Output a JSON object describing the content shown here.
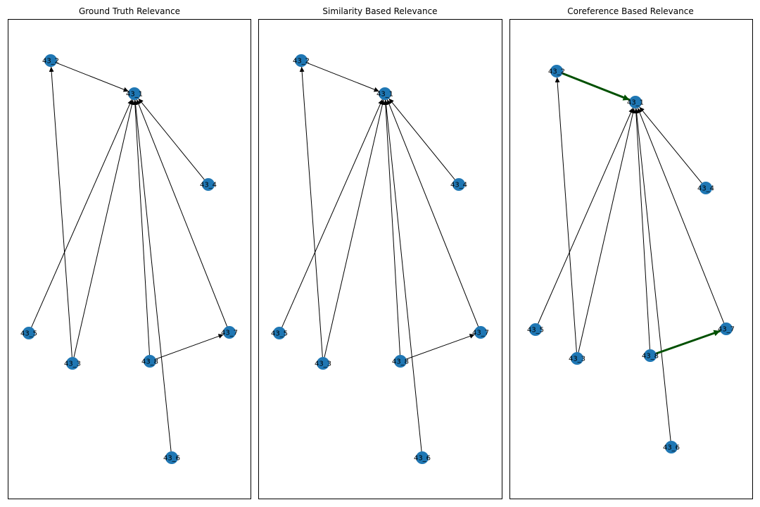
{
  "panels": [
    {
      "title": "Ground Truth Relevance",
      "nodes": [
        "43_1",
        "43_2",
        "43_3",
        "43_4",
        "43_5",
        "43_6",
        "43_7",
        "43_8"
      ],
      "edges": [
        {
          "from": "43_2",
          "to": "43_1",
          "highlight": false
        },
        {
          "from": "43_3",
          "to": "43_2",
          "highlight": false
        },
        {
          "from": "43_3",
          "to": "43_1",
          "highlight": false
        },
        {
          "from": "43_4",
          "to": "43_1",
          "highlight": false
        },
        {
          "from": "43_5",
          "to": "43_1",
          "highlight": false
        },
        {
          "from": "43_6",
          "to": "43_1",
          "highlight": false
        },
        {
          "from": "43_7",
          "to": "43_1",
          "highlight": false
        },
        {
          "from": "43_8",
          "to": "43_1",
          "highlight": false
        },
        {
          "from": "43_8",
          "to": "43_7",
          "highlight": false
        }
      ]
    },
    {
      "title": "Similarity Based Relevance",
      "nodes": [
        "43_1",
        "43_2",
        "43_3",
        "43_4",
        "43_5",
        "43_6",
        "43_7",
        "43_8"
      ],
      "edges": [
        {
          "from": "43_2",
          "to": "43_1",
          "highlight": false
        },
        {
          "from": "43_3",
          "to": "43_2",
          "highlight": false
        },
        {
          "from": "43_3",
          "to": "43_1",
          "highlight": false
        },
        {
          "from": "43_4",
          "to": "43_1",
          "highlight": false
        },
        {
          "from": "43_5",
          "to": "43_1",
          "highlight": false
        },
        {
          "from": "43_6",
          "to": "43_1",
          "highlight": false
        },
        {
          "from": "43_7",
          "to": "43_1",
          "highlight": false
        },
        {
          "from": "43_8",
          "to": "43_1",
          "highlight": false
        },
        {
          "from": "43_8",
          "to": "43_7",
          "highlight": false
        }
      ]
    },
    {
      "title": "Coreference Based Relevance",
      "nodes": [
        "43_1",
        "43_2",
        "43_3",
        "43_4",
        "43_5",
        "43_6",
        "43_7",
        "43_8"
      ],
      "edges": [
        {
          "from": "43_2",
          "to": "43_1",
          "highlight": true
        },
        {
          "from": "43_3",
          "to": "43_2",
          "highlight": false
        },
        {
          "from": "43_3",
          "to": "43_1",
          "highlight": false
        },
        {
          "from": "43_4",
          "to": "43_1",
          "highlight": false
        },
        {
          "from": "43_5",
          "to": "43_1",
          "highlight": false
        },
        {
          "from": "43_6",
          "to": "43_1",
          "highlight": false
        },
        {
          "from": "43_7",
          "to": "43_1",
          "highlight": false
        },
        {
          "from": "43_8",
          "to": "43_1",
          "highlight": false
        },
        {
          "from": "43_8",
          "to": "43_7",
          "highlight": true
        }
      ]
    }
  ],
  "colors": {
    "node_fill": "#1f77b4",
    "edge": "#000000",
    "highlight_edge": "#005000"
  }
}
